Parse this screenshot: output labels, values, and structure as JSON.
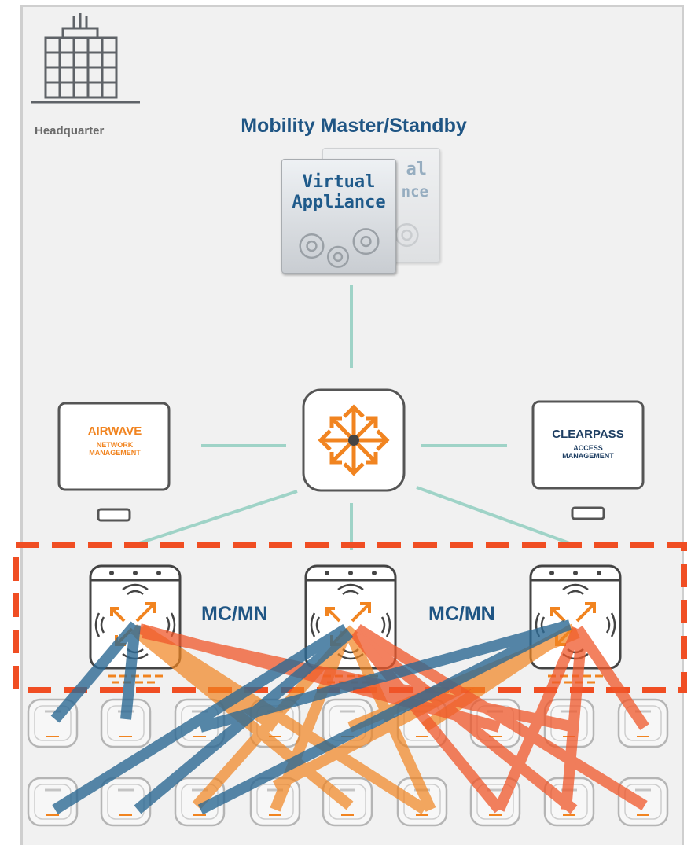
{
  "headquarter_label": "Headquarter",
  "mobility_title": "Mobility Master/Standby",
  "virtual_appliance": {
    "line1": "Virtual",
    "line2": "Appliance",
    "back_line1": "al",
    "back_line2": "nce"
  },
  "airwave": {
    "line1": "AIRWAVE",
    "line2": "NETWORK",
    "line3": "MANAGEMENT"
  },
  "clearpass": {
    "line1": "CLEARPASS",
    "line2": "ACCESS",
    "line3": "MANAGEMENT"
  },
  "mc_labels": [
    "MC/MN",
    "MC/MN"
  ],
  "colors": {
    "blue": "#1f5584",
    "orange": "#f18420",
    "connector": "#9fd3c7",
    "dashed_box": "#f04e23"
  }
}
